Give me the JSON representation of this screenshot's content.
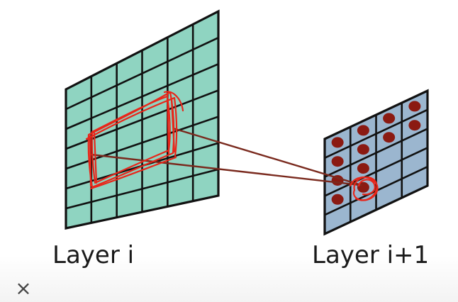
{
  "labels": {
    "left": "Layer i",
    "right": "Layer i+1"
  },
  "ui": {
    "close_symbol": "×",
    "close_icon": "close-icon"
  },
  "colors": {
    "layer_i_fill": "#8fd4c1",
    "layer_i1_fill": "#9bb6cf",
    "grid_line": "#111111",
    "dot": "#8b1a12",
    "connector": "#7a2a1e",
    "annotation": "#e8261a"
  },
  "layer_i": {
    "rows": 7,
    "cols": 6
  },
  "layer_i1": {
    "rows": 5,
    "cols": 4,
    "dots": [
      [
        0,
        0
      ],
      [
        0,
        1
      ],
      [
        0,
        2
      ],
      [
        0,
        3
      ],
      [
        1,
        0
      ],
      [
        1,
        1
      ],
      [
        1,
        2
      ],
      [
        1,
        3
      ],
      [
        2,
        0
      ],
      [
        2,
        1
      ],
      [
        3,
        0
      ],
      [
        3,
        1
      ]
    ]
  }
}
